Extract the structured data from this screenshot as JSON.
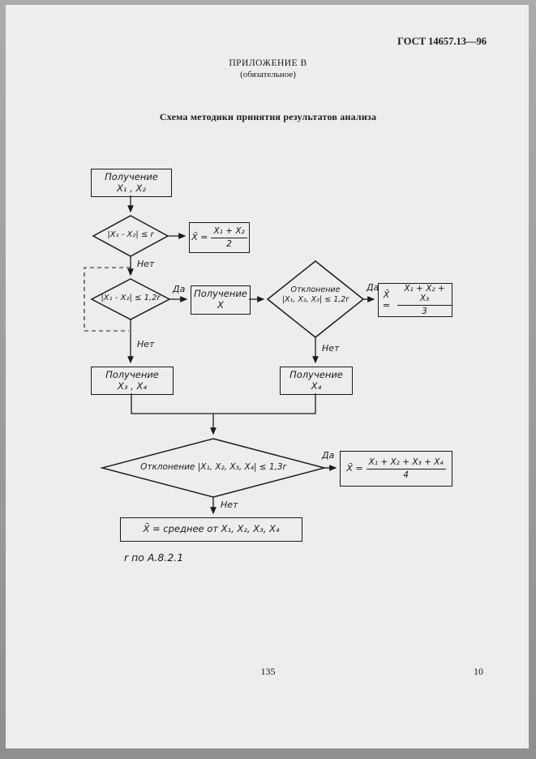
{
  "header": {
    "doc_number": "ГОСТ 14657.13—96",
    "appendix": "ПРИЛОЖЕНИЕ В",
    "appendix_note": "(обязательное)",
    "title": "Схема методики принятия результатов анализа"
  },
  "labels": {
    "yes": "Да",
    "no": "Нет"
  },
  "flowchart": {
    "box_get_x1_x2": {
      "line1": "Получение",
      "line2": "X₁ , X₂"
    },
    "cond1": "|X₁ - X₂| ≤ r",
    "formula2": {
      "lhs": "X̄ =",
      "numerator": "X₁ + X₂",
      "denominator": "2"
    },
    "cond2": "|X₁ - X₂| ≤ 1,2r",
    "box_get_x": {
      "line1": "Получение",
      "line2": "X"
    },
    "cond3": {
      "line1": "Отклонение",
      "line2": "|X₁, X₂, X₃| ≤ 1,2r"
    },
    "formula3": {
      "lhs": "X̄ =",
      "numerator": "X₁ + X₂ + X₃",
      "denominator": "3"
    },
    "box_get_x3_x4": {
      "line1": "Получение",
      "line2": "X₃ , X₄"
    },
    "box_get_x4": {
      "line1": "Получение",
      "line2": "X₄"
    },
    "cond4": "Отклонение |X₁, X₂, X₃, X₄| ≤ 1,3r",
    "formula4": {
      "lhs": "X̄ =",
      "numerator": "X₁ + X₂ + X₃ + X₄",
      "denominator": "4"
    },
    "final_box": "X̄ = среднее от X₁, X₂, X₃, X₄",
    "note": "r по А.8.2.1"
  },
  "footer": {
    "page_number": "135",
    "sheet_number": "10"
  },
  "colors": {
    "ink": "#1a1a1a",
    "paper": "#ededed"
  }
}
